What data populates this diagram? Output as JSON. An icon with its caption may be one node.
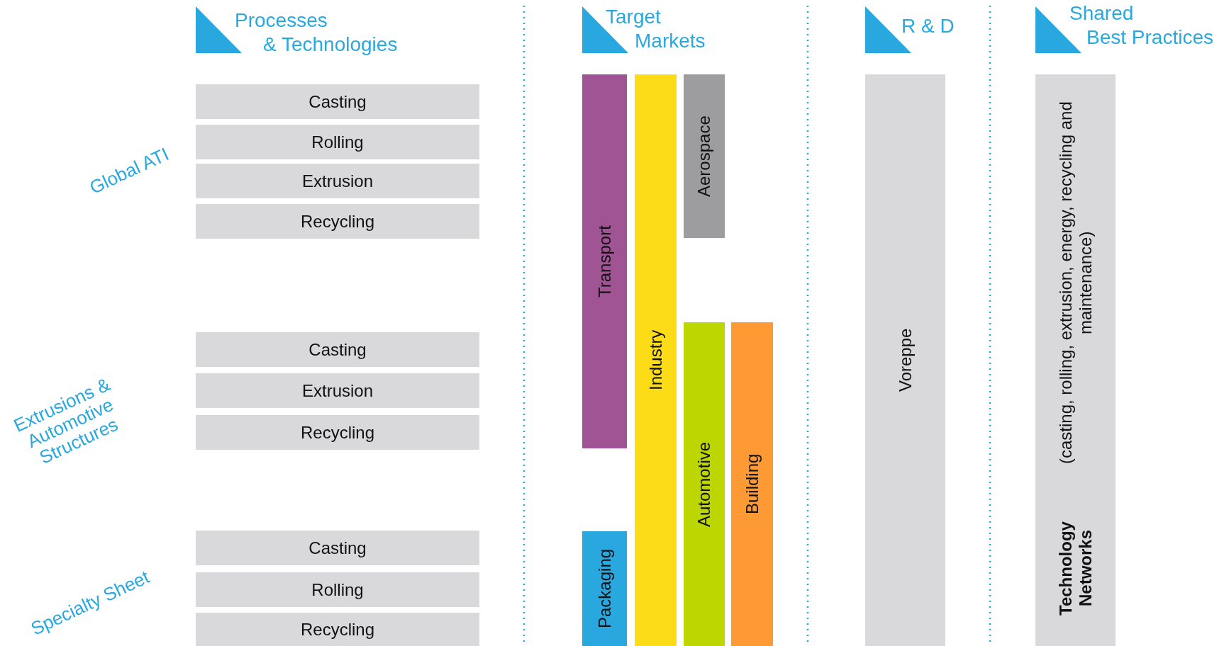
{
  "diagram": {
    "nodes": [
      {
        "text": [
          "Casting"
        ]
      },
      {
        "text": [
          "Rolling"
        ]
      },
      {
        "text": [
          "Extrusion"
        ]
      },
      {
        "text": [
          "Recycling"
        ]
      },
      {
        "text": [
          "Casting"
        ]
      },
      {
        "text": [
          "Extrusion"
        ]
      },
      {
        "text": [
          "Recycling"
        ]
      },
      {
        "text": [
          "Casting"
        ]
      },
      {
        "text": [
          "Rolling"
        ]
      },
      {
        "text": [
          "Recycling"
        ]
      },
      {
        "text": [
          "Transport"
        ]
      },
      {
        "text": [
          "Industry"
        ]
      },
      {
        "text": [
          "Aerospace"
        ]
      },
      {
        "text": [
          "Automotive"
        ]
      },
      {
        "text": [
          "Building"
        ]
      },
      {
        "text": [
          "Packaging"
        ]
      },
      {
        "text": [
          "Voreppe"
        ]
      },
      {
        "text": [
          "Technology Networks",
          "(casting, rolling, extrusion, energy, recycling and maintenance)"
        ]
      }
    ],
    "labels": [
      "Processes & Technologies",
      "Target Markets",
      "R & D",
      "Shared Best Practices",
      "Global ATI",
      "Extrusions & Automotive Structures",
      "Specialty Sheet"
    ]
  }
}
